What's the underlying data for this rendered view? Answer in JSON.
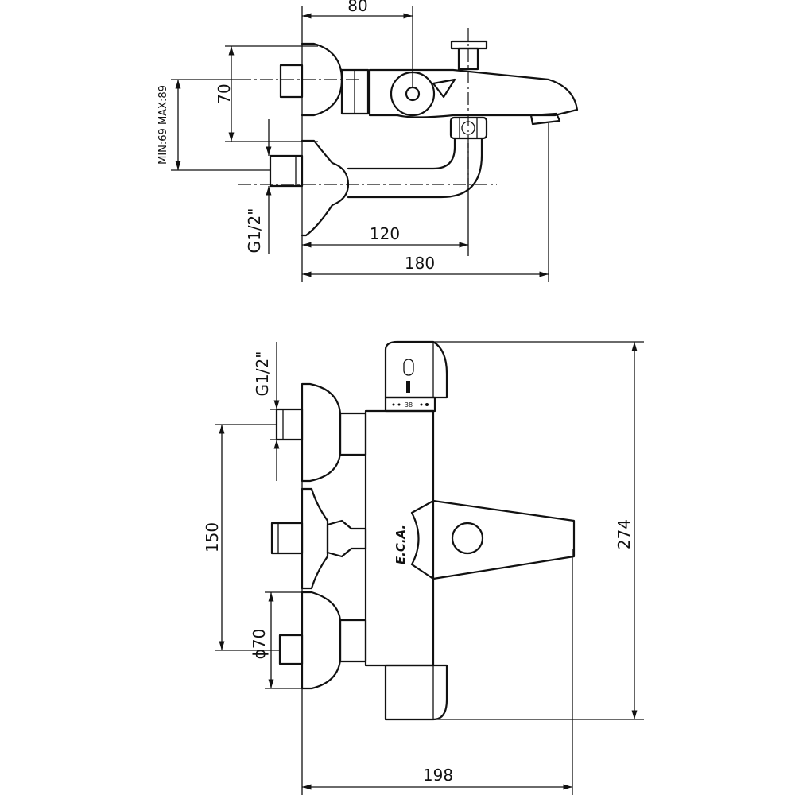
{
  "dimensions": {
    "top_width_80": "80",
    "top_height_70": "70",
    "top_range": "MIN:69  MAX:89",
    "top_thread": "G1/2\"",
    "top_reach_120": "120",
    "top_reach_180": "180",
    "front_thread": "G1/2\"",
    "front_spacing_150": "150",
    "front_diameter_70": "ϕ70",
    "front_height_274": "274",
    "front_width_198": "198"
  },
  "markings": {
    "temperature_scale": "38",
    "logo": "E.C.A."
  }
}
